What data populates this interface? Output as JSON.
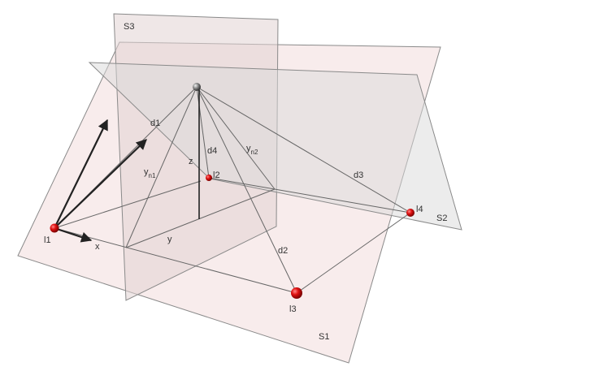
{
  "planes": {
    "s1": "S1",
    "s2": "S2",
    "s3": "S3"
  },
  "points": {
    "l1": "l1",
    "l2": "l2",
    "l3": "l3",
    "l4": "l4"
  },
  "measures": {
    "x": "x",
    "y": "y",
    "z": "z",
    "d1": "d1",
    "d2": "d2",
    "d3": "d3",
    "d4": "d4",
    "yn1_base": "y",
    "yn1_sub": "n1",
    "yn2_base": "y",
    "yn2_sub": "n2"
  },
  "colors": {
    "plane_s1": "#f6e6e6",
    "plane_s2": "#d9d9d9",
    "plane_s3": "#e2d4d4",
    "edge": "#8a8a8a",
    "line": "#666666",
    "dark_line": "#222222",
    "marker_red": "#e01010",
    "marker_gray": "#777777"
  }
}
